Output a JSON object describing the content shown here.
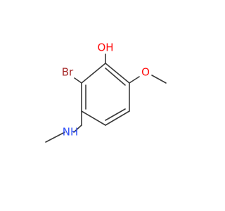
{
  "molecule": {
    "atom_labels": {
      "oh": "OH",
      "br": "Br",
      "o": "O",
      "nh": "NH"
    },
    "colors": {
      "bond": "#3a3a3a",
      "oxygen": "#ff0d0d",
      "bromine": "#a62929",
      "nitrogen": "#3050f8"
    }
  }
}
